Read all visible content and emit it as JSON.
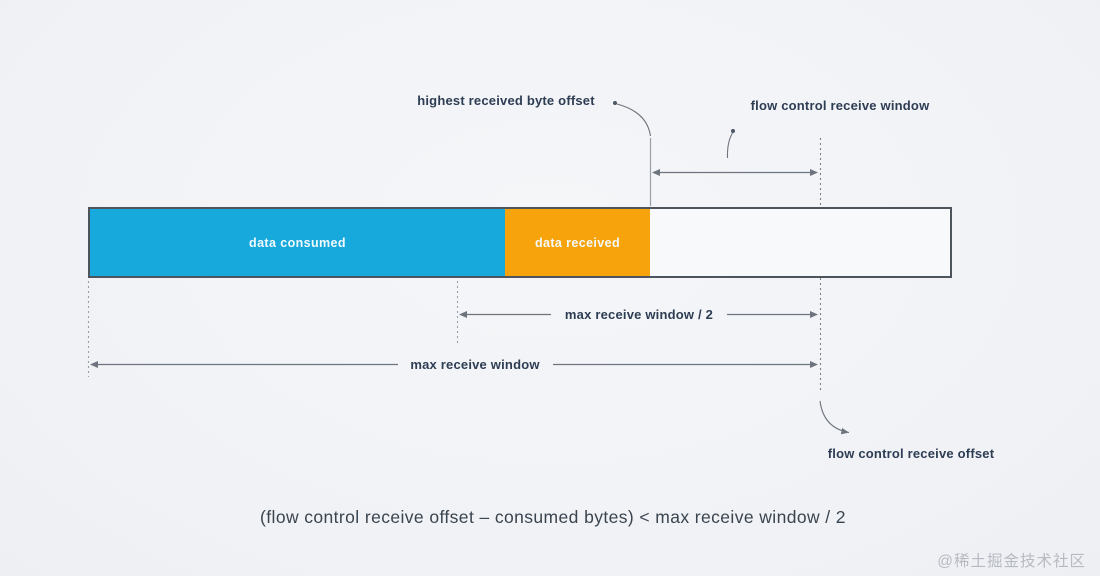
{
  "labels": {
    "highest_offset": "highest received byte offset",
    "fc_window": "flow control receive window",
    "fc_offset": "flow control receive offset"
  },
  "bar": {
    "segments": [
      {
        "label": "data consumed",
        "color": "#17a8dc"
      },
      {
        "label": "data received",
        "color": "#f7a30b"
      },
      {
        "label": "",
        "color": "#f7f9fb"
      }
    ]
  },
  "measurements": {
    "half_window": "max receive window / 2",
    "max_window": "max receive window"
  },
  "formula": "(flow control receive offset – consumed bytes) < max receive window / 2",
  "watermark": "@稀土掘金技术社区",
  "colors": {
    "background": "#f1f3f6",
    "data_consumed": "#17a8dc",
    "data_received": "#f7a30b",
    "bar_border": "#4e545c",
    "line": "#6e747d",
    "label_text": "#2e3d54",
    "formula_text": "#3a444f",
    "watermark_text": "#b7bac2"
  }
}
